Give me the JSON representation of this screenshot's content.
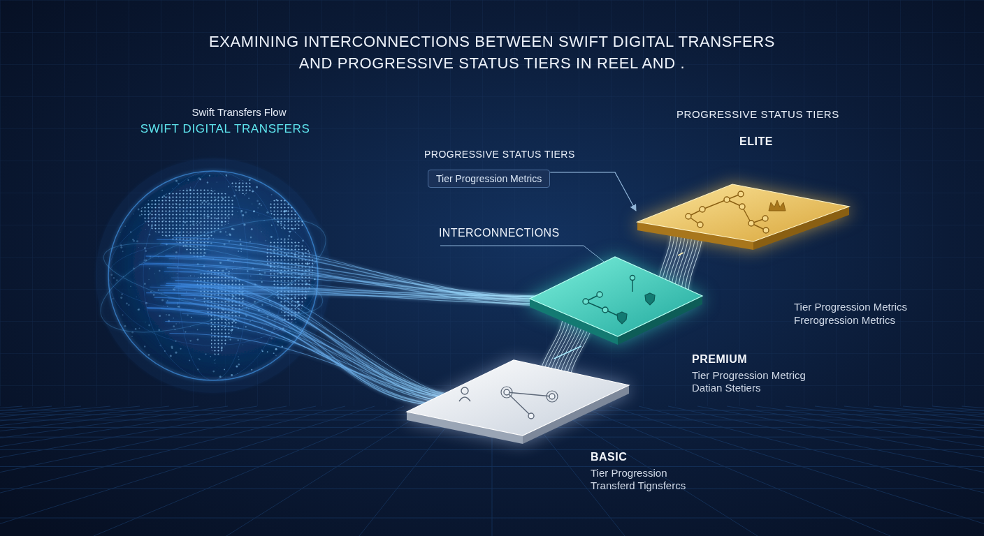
{
  "diagram": {
    "title": "EXAMINING INTERCONNECTIONS BETWEEN SWIFT DIGITAL TRANSFERS AND PROGRESSIVE STATUS TIERS IN REEL AND .",
    "nodes": [
      {
        "text": [
          "ELITE"
        ]
      },
      {
        "text": [
          "PROGRESSIVE STATUS TIERS",
          "Tier Progression Metrics"
        ]
      },
      {
        "text": [
          "PREMIUM",
          "Tier Progression Metricg Datian Stetiers"
        ]
      },
      {
        "text": [
          "BASIC",
          "Tier Progression Transferd Tignsfercs"
        ]
      }
    ],
    "edges": [
      {
        "from": 3,
        "to": 2,
        "arrow": "none"
      },
      {
        "from": 2,
        "to": 0,
        "arrow": "none"
      },
      {
        "from": 1,
        "to": 0,
        "arrow": "to"
      }
    ],
    "labels": [
      "Swift Transfers Flow",
      "SWIFT DIGITAL TRANSFERS",
      "PROGRESSIVE STATUS TIERS",
      "INTERCONNECTIONS",
      "Tier Progression Metrics Frerogression Metrics"
    ]
  }
}
